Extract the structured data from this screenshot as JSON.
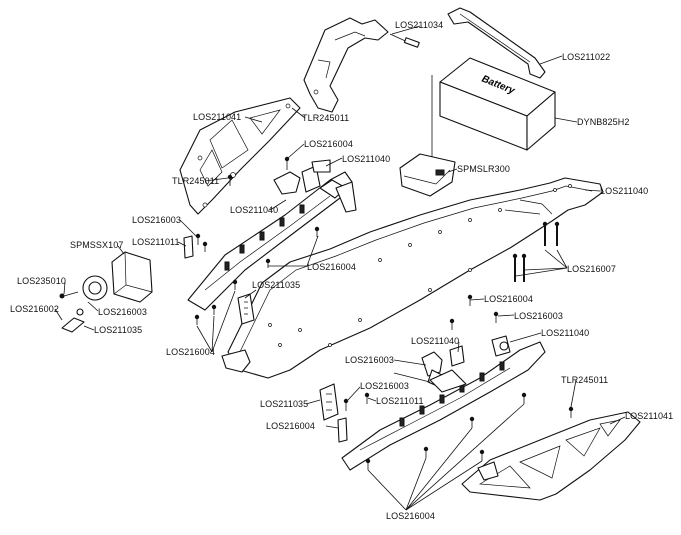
{
  "labels": {
    "los211034": "LOS211034",
    "los211022": "LOS211022",
    "dynb825h2": "DYNB825H2",
    "battery_text": "Battery",
    "los211041_top": "LOS211041",
    "tlr245011_top": "TLR245011",
    "los216004_top": "LOS216004",
    "los211040_top": "LOS211040",
    "spmslr300": "SPMSLR300",
    "tlr245011_left": "TLR245011",
    "los211040_left": "LOS211040",
    "los211040_right": "LOS211040",
    "los216003_left": "LOS216003",
    "los211011_left": "LOS211011",
    "spmssx107": "SPMSSX107",
    "los216004_mid": "LOS216004",
    "los235010": "LOS235010",
    "los216002": "LOS216002",
    "los216003_servo": "LOS216003",
    "los211035_servo": "LOS211035",
    "los211035_left": "LOS211035",
    "los216004_left": "LOS216004",
    "los216007": "LOS216007",
    "los216004_right": "LOS216004",
    "los216003_right": "LOS216003",
    "los211040_lower": "LOS211040",
    "los211040_center": "LOS211040",
    "los216003_center": "LOS216003",
    "los216003_bottom": "LOS216003",
    "los211035_bottom": "LOS211035",
    "los211011_bottom": "LOS211011",
    "los216004_bottomleft": "LOS216004",
    "tlr245011_bottom": "TLR245011",
    "los211041_bottom": "LOS211041",
    "los216004_bottom": "LOS216004"
  }
}
